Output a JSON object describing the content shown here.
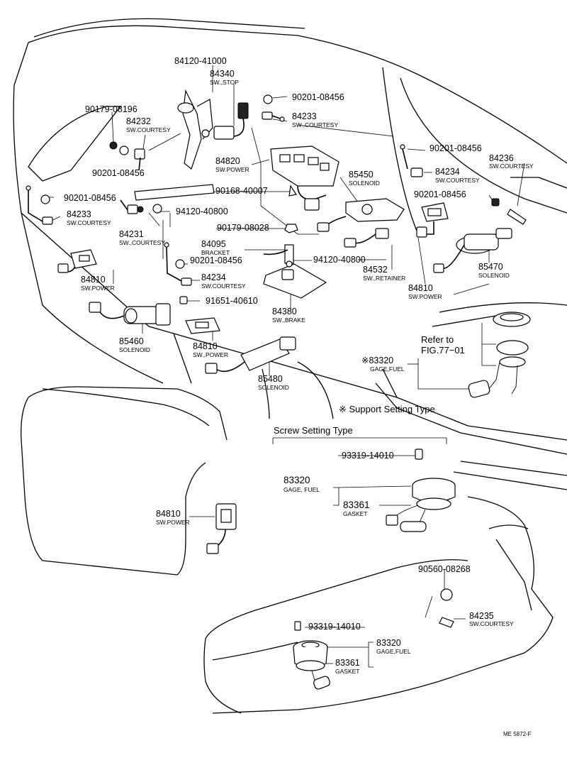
{
  "labels": {
    "p84120_41000": "84120-41000",
    "p84340": "84340",
    "d84340": "SW.,STOP",
    "p90201_a": "90201-08456",
    "p90179_08196": "90179-08196",
    "p84232": "84232",
    "d84232": "SW.COURTESY",
    "p84233_top": "84233",
    "d84233_top": "SW.,COURTESY",
    "p84820": "84820",
    "d84820": "SW.POWER",
    "p90201_right": "90201-08456",
    "p84236": "84236",
    "d84236": "SW.COURTESY",
    "p90201_b": "90201-08456",
    "p84234_right": "84234",
    "d84234_right": "SW.COURTESY",
    "p85450": "85450",
    "d85450": "SOLENOID",
    "p90201_c": "90201-08456",
    "p90168": "90168-40007",
    "p90201_d": "90201-08456",
    "p84233_left": "84233",
    "d84233_left": "SW.COURTESY",
    "p94120_a": "94120-40800",
    "p84231": "84231",
    "d84231": "SW.,COURTESY",
    "p90179_08028": "90179-08028",
    "p84095": "84095",
    "d84095": "BRACKET",
    "p90201_e": "90201-08456",
    "p94120_b": "94120-40800",
    "p84532": "84532",
    "d84532": "SW.,RETAINER",
    "p85470": "85470",
    "d85470": "SOLENOID",
    "p84810_left": "84810",
    "d84810_left": "SW.POWER",
    "p84234_mid": "84234",
    "d84234_mid": "SW.COURTESY",
    "p84810_right": "84810",
    "d84810_right": "SW.POWER",
    "p91651": "91651-40610",
    "p84380": "84380",
    "d84380": "SW.,BRAKE",
    "p85460": "85460",
    "d85460": "SOLENOID",
    "p84810_mid": "84810",
    "d84810_mid": "SW.,POWER",
    "p85480": "85480",
    "d85480": "SOLENOID",
    "refer_line1": "Refer to",
    "refer_line2": "FIG.77−01",
    "p83320_star": "※83320",
    "d83320_star": "GAGE,FUEL",
    "support_note": "※ Support Setting Type",
    "screw_header": "Screw Setting Type",
    "p93319_a": "93319-14010",
    "p83320_a": "83320",
    "d83320_a": "GAGE, FUEL",
    "p83361_a": "83361",
    "d83361_a": "GASKET",
    "p84810_door": "84810",
    "d84810_door": "SW.POWER",
    "p90560": "90560-08268",
    "p84235": "84235",
    "d84235": "SW.COURTESY",
    "p93319_b": "93319-14010",
    "p83320_b": "83320",
    "d83320_b": "GAGE,FUEL",
    "p83361_b": "83361",
    "d83361_b": "GASKET",
    "figure_code": "ME 5872-F"
  }
}
